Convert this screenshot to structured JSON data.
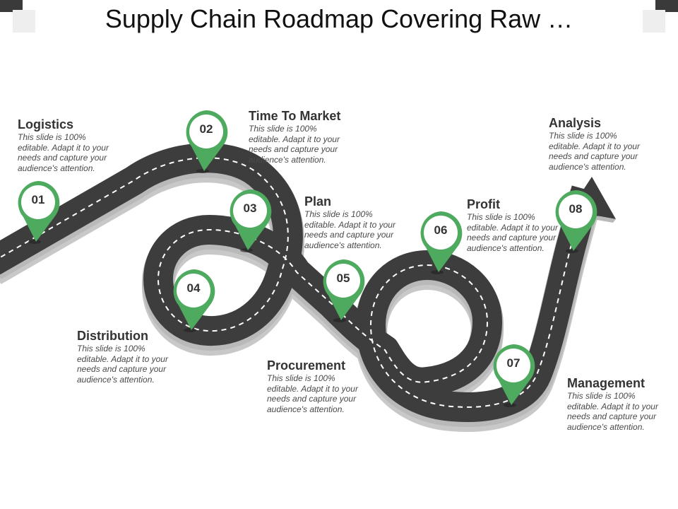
{
  "title": "Supply Chain Roadmap Covering Raw …",
  "colors": {
    "accent": "#4daa5e",
    "road": "#3d3d3d",
    "road_edge": "#b9b9b9",
    "dash": "#ffffff"
  },
  "milestones": [
    {
      "number": "01",
      "heading": "Logistics",
      "text": "This slide is 100% editable. Adapt it to your needs and capture your audience's attention."
    },
    {
      "number": "02",
      "heading": "Time To Market",
      "text": "This slide is 100% editable. Adapt it to your needs and capture your audience's attention."
    },
    {
      "number": "03",
      "heading": "Plan",
      "text": "This slide is 100% editable. Adapt it to your needs and capture your audience's attention."
    },
    {
      "number": "04",
      "heading": "Distribution",
      "text": "This slide is 100% editable. Adapt it to your needs and capture your audience's attention."
    },
    {
      "number": "05",
      "heading": "Procurement",
      "text": "This slide is 100% editable. Adapt it to your needs and capture your audience's attention."
    },
    {
      "number": "06",
      "heading": "Profit",
      "text": "This slide is 100% editable. Adapt it to your needs and capture your audience's attention."
    },
    {
      "number": "07",
      "heading": "Management",
      "text": "This slide is 100% editable. Adapt it to your needs and capture your audience's attention."
    },
    {
      "number": "08",
      "heading": "Analysis",
      "text": "This slide is 100% editable. Adapt it to your needs and capture your audience's attention."
    }
  ]
}
